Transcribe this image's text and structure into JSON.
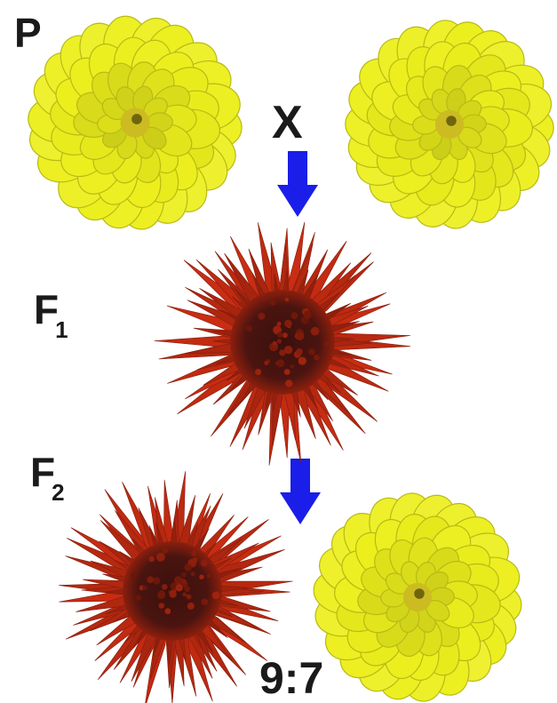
{
  "labels": {
    "parental": "P",
    "cross_symbol": "X",
    "f1_letter": "F",
    "f1_sub": "1",
    "f2_letter": "F",
    "f2_sub": "2",
    "ratio": "9:7"
  },
  "colors": {
    "yellow_petal": "#ecef1c",
    "yellow_center": "#c9b816",
    "red_petal": "#c92c12",
    "red_center": "#4a1410",
    "arrow": "#1a1ee8"
  },
  "flowers": {
    "parent_left": "yellow",
    "parent_right": "yellow",
    "f1": "red",
    "f2_left": "red",
    "f2_right": "yellow"
  }
}
